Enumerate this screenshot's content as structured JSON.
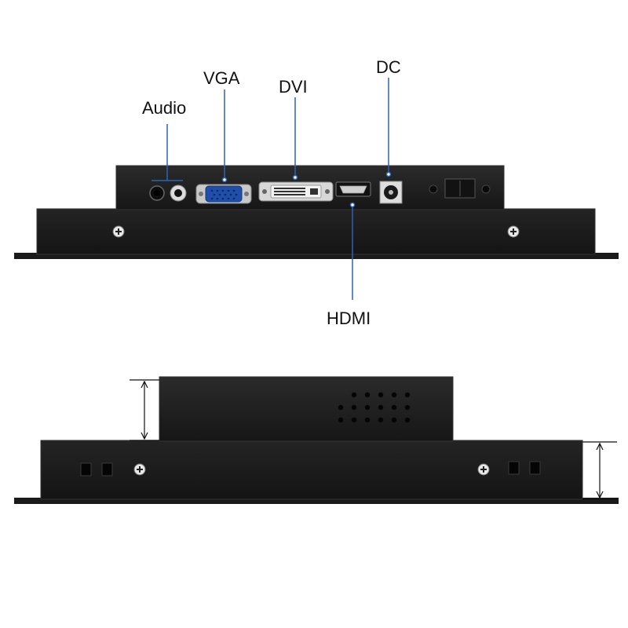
{
  "labels": {
    "audio": "Audio",
    "vga": "VGA",
    "dvi": "DVI",
    "dc": "DC",
    "hdmi": "HDMI"
  },
  "colors": {
    "housing": "#1c1c1c",
    "housing_edge": "#2e2e2e",
    "leader_line": "#2d63b8",
    "vga_port": "#1f4fa8",
    "dimension_line": "#111111"
  },
  "icons": {
    "screw": "cross-screw-icon",
    "vent": "vent-grid-icon"
  }
}
